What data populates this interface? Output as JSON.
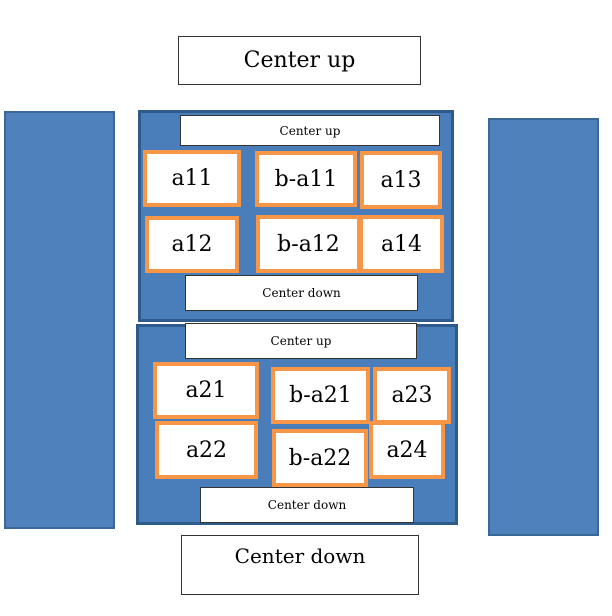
{
  "outer": {
    "top_label": "Center up",
    "bottom_label": "Center down"
  },
  "colors": {
    "column_fill": "#4f81bd",
    "panel_fill": "#4a7ebb",
    "cell_border": "#f79646"
  },
  "panel1": {
    "top_label": "Center up",
    "bottom_label": "Center down",
    "cells": [
      "a11",
      "b-a11",
      "a13",
      "a12",
      "b-a12",
      "a14"
    ]
  },
  "panel2": {
    "top_label": "Center up",
    "bottom_label": "Center down",
    "cells": [
      "a21",
      "b-a21",
      "a23",
      "a22",
      "b-a22",
      "a24"
    ]
  }
}
